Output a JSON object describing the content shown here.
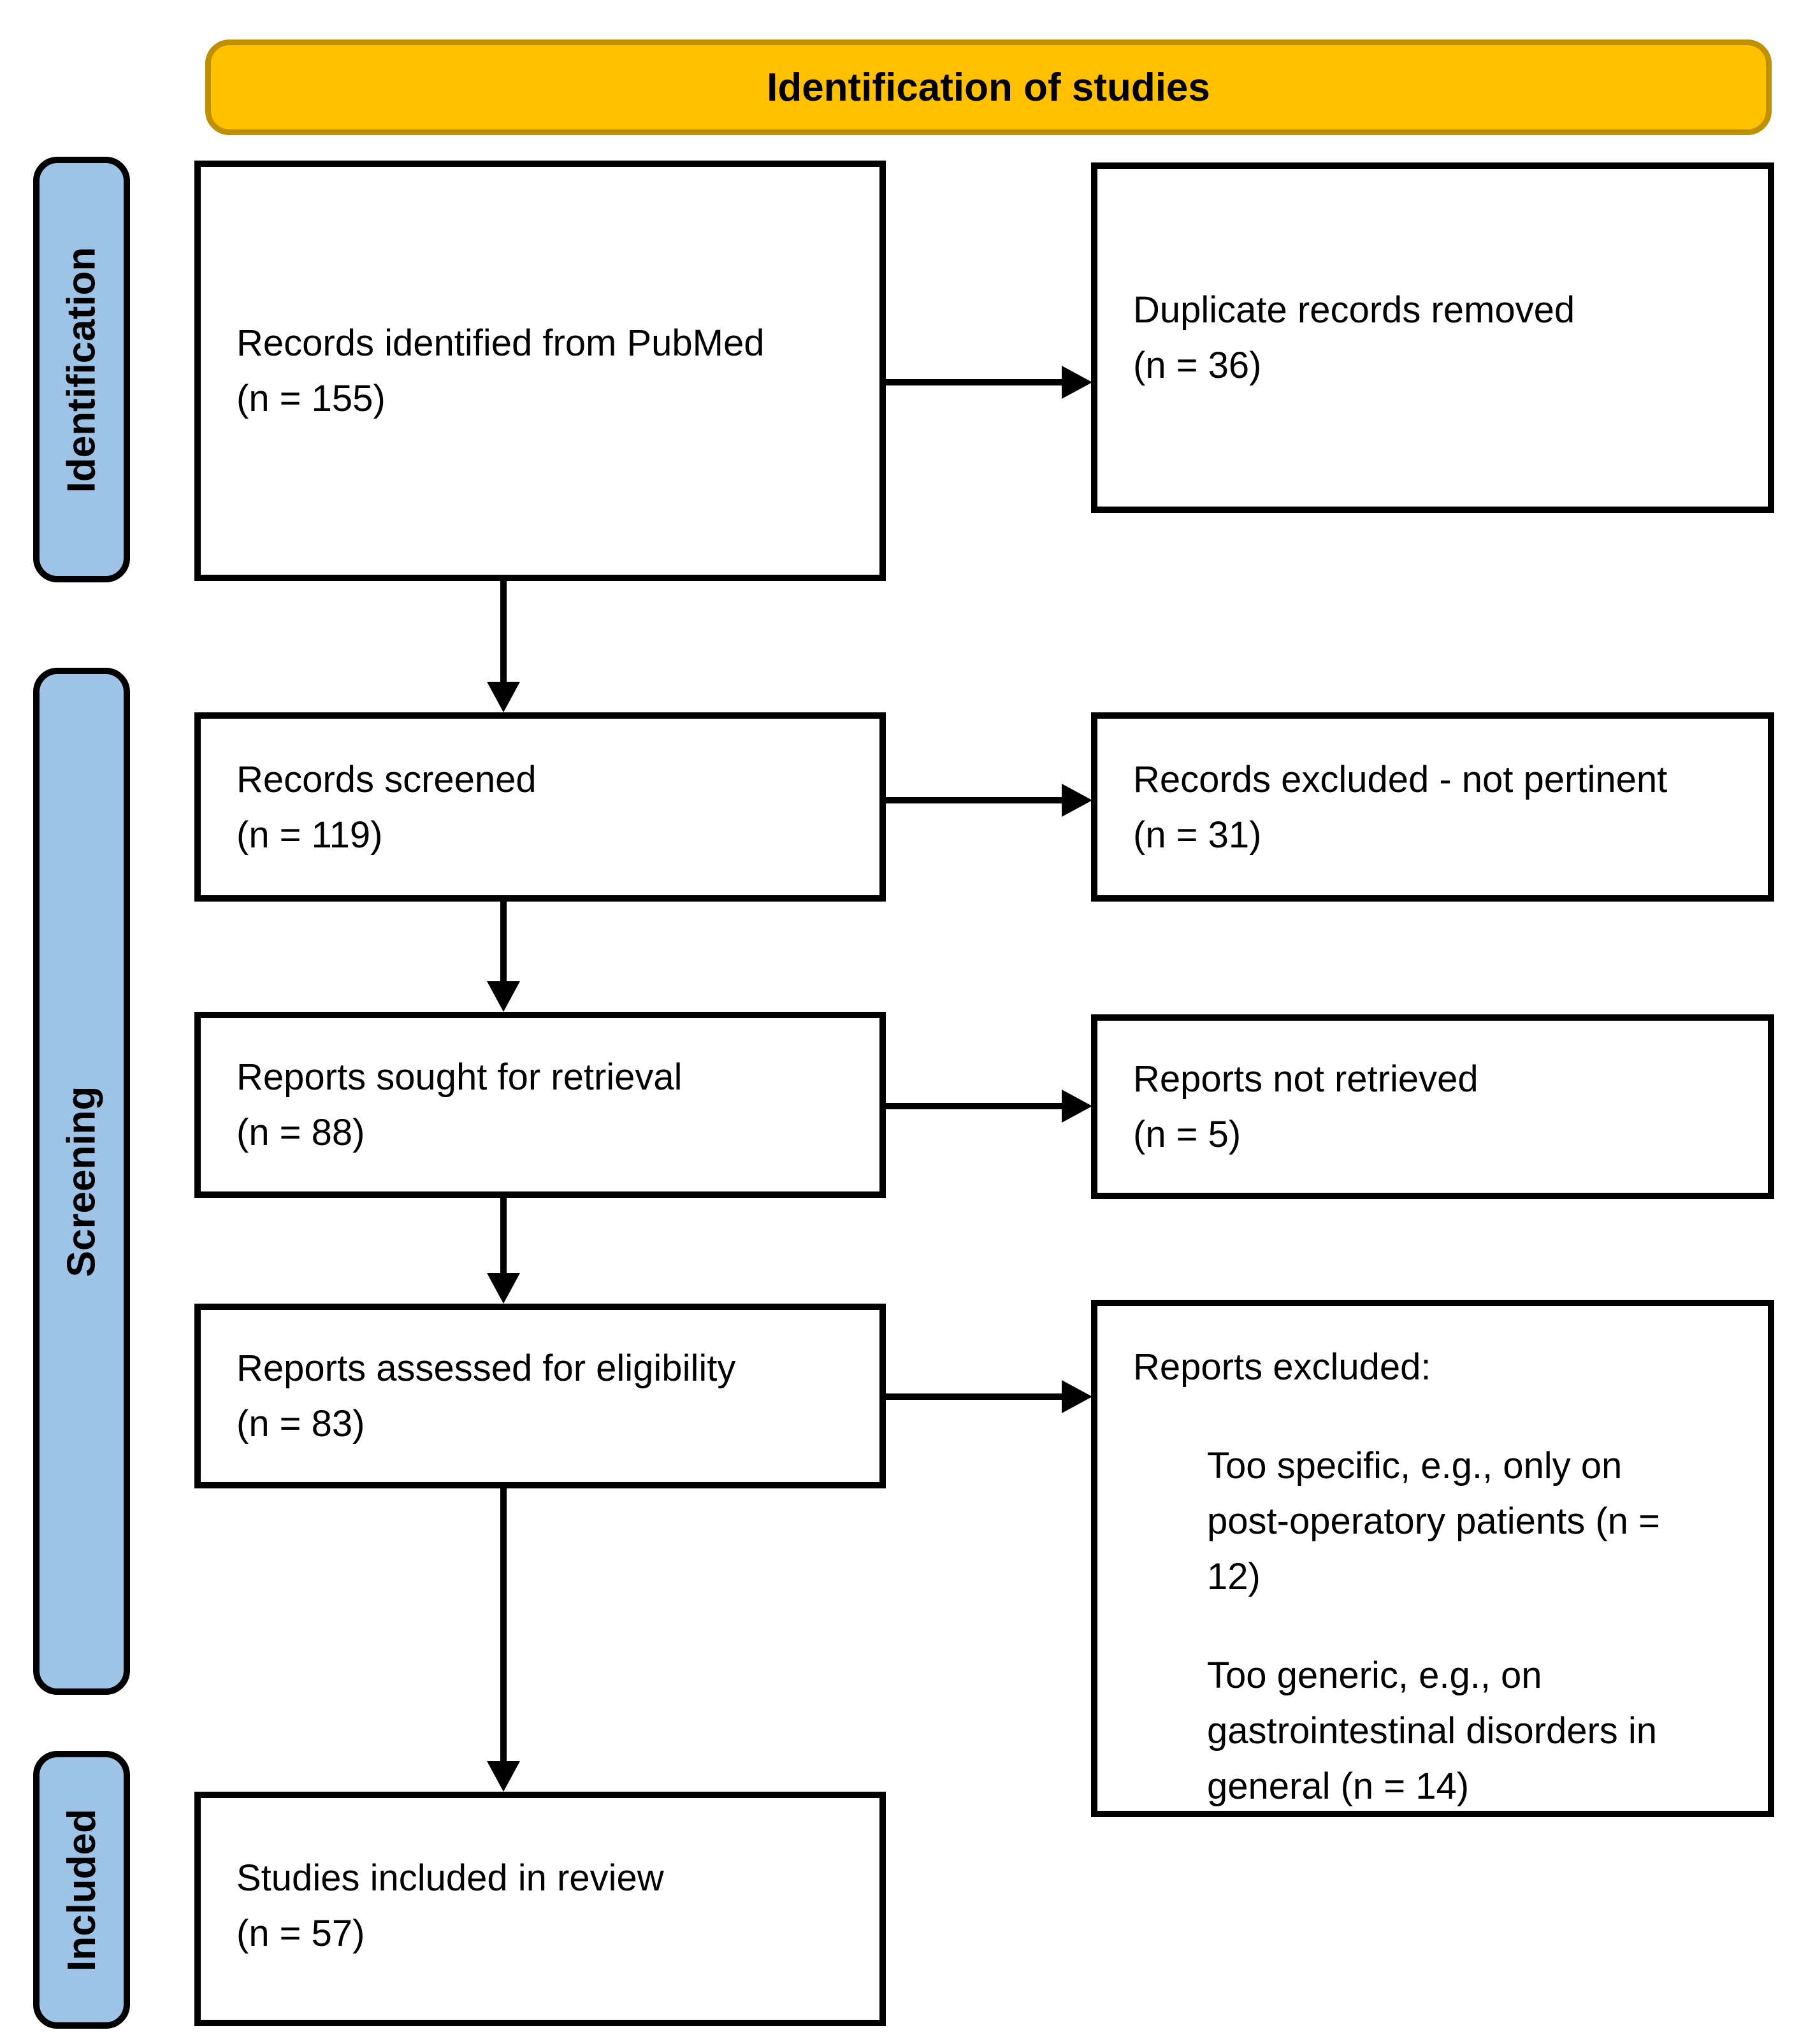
{
  "banner": {
    "label": "Identification of studies"
  },
  "stages": [
    {
      "id": "identification",
      "label": "Identification"
    },
    {
      "id": "screening",
      "label": "Screening"
    },
    {
      "id": "included",
      "label": "Included"
    }
  ],
  "boxes": {
    "records_identified": {
      "line1": "Records identified from PubMed",
      "line2": "(n = 155)"
    },
    "duplicates_removed": {
      "line1": "Duplicate records removed",
      "line2": "(n = 36)"
    },
    "records_screened": {
      "line1": "Records screened",
      "line2": "(n = 119)"
    },
    "records_excluded": {
      "line1": "Records excluded - not pertinent",
      "line2": "(n = 31)"
    },
    "reports_sought": {
      "line1": "Reports sought for retrieval",
      "line2": "(n = 88)"
    },
    "reports_not_retrieved": {
      "line1": "Reports not retrieved",
      "line2": "(n = 5)"
    },
    "reports_assessed": {
      "line1": "Reports assessed for eligibility",
      "line2": "(n = 83)"
    },
    "reports_excluded": {
      "title": "Reports excluded:",
      "reasons": [
        "Too specific, e.g., only on post-operatory patients (n = 12)",
        "Too generic, e.g., on gastrointestinal disorders in general (n = 14)"
      ]
    },
    "studies_included": {
      "line1": "Studies included in review",
      "line2": "(n = 57)"
    }
  },
  "colors": {
    "banner_fill": "#FFC000",
    "banner_border": "#BF9000",
    "stage_fill": "#9DC3E6",
    "box_border": "#000000"
  }
}
